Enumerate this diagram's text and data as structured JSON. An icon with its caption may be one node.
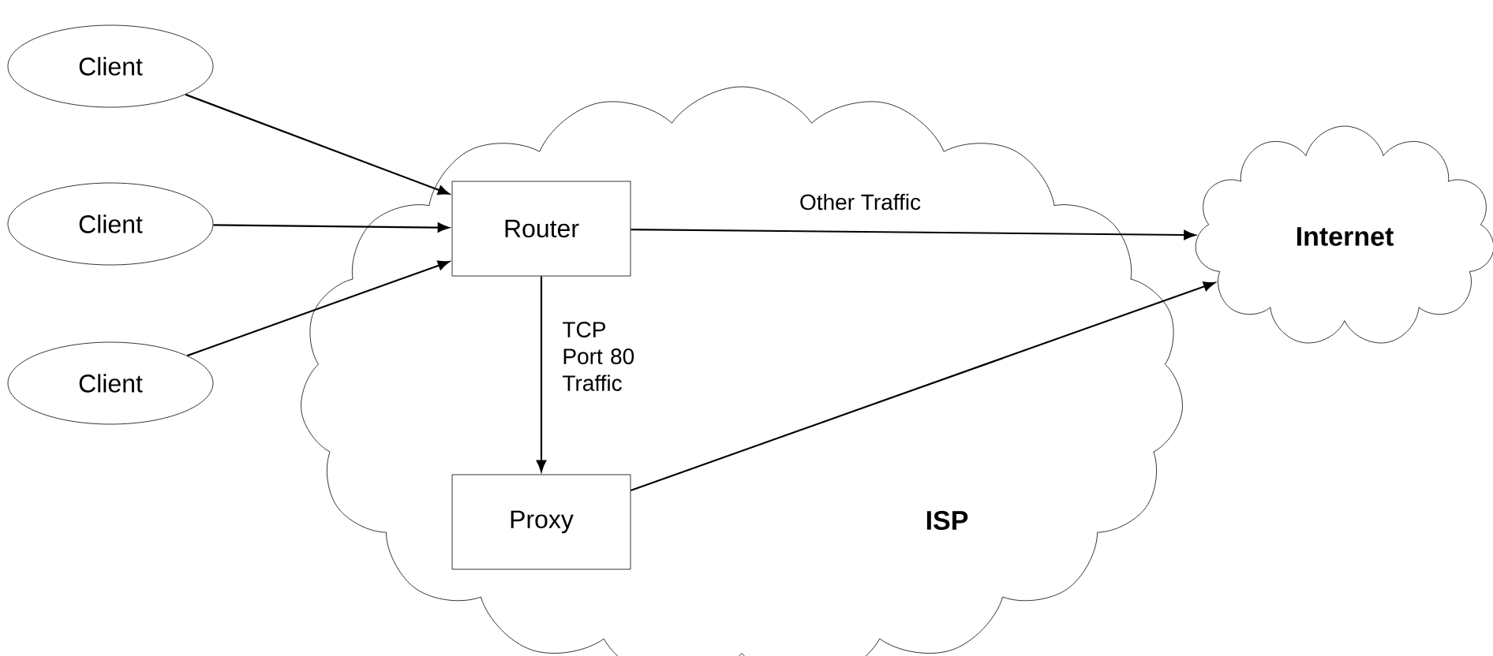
{
  "diagram": {
    "nodes": [
      {
        "text": [
          "Client"
        ]
      },
      {
        "text": [
          "Client"
        ]
      },
      {
        "text": [
          "Client"
        ]
      },
      {
        "text": [
          "ISP"
        ]
      },
      {
        "text": [
          "Router"
        ],
        "in": 3
      },
      {
        "text": [
          "Proxy"
        ],
        "in": 3
      },
      {
        "text": [
          "Internet"
        ]
      }
    ],
    "edges": [
      {
        "from": 0,
        "to": 4,
        "arrow": "to"
      },
      {
        "from": 1,
        "to": 4,
        "arrow": "to"
      },
      {
        "from": 2,
        "to": 4,
        "arrow": "to"
      },
      {
        "from": 4,
        "to": 6,
        "arrow": "to",
        "label": "Other Traffic"
      },
      {
        "from": 4,
        "to": 5,
        "arrow": "to",
        "label": "TCP Port 80 Traffic"
      },
      {
        "from": 5,
        "to": 6,
        "arrow": "to"
      }
    ]
  }
}
